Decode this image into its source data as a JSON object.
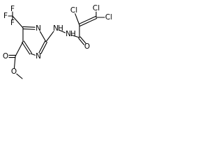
{
  "molecule": {
    "atoms": [
      {
        "id": "f_top",
        "symbol": "F"
      },
      {
        "id": "f_left",
        "symbol": "F"
      },
      {
        "id": "f_bottom",
        "symbol": "F"
      },
      {
        "id": "n_ring_upper",
        "symbol": "N"
      },
      {
        "id": "n_ring_lower",
        "symbol": "N"
      },
      {
        "id": "o_ester_carbonyl",
        "symbol": "O"
      },
      {
        "id": "o_ester_methoxy",
        "symbol": "O"
      },
      {
        "id": "nh_first",
        "symbol": "N"
      },
      {
        "id": "h_first",
        "symbol": "H"
      },
      {
        "id": "nh_second",
        "symbol": "N"
      },
      {
        "id": "h_second",
        "symbol": "H"
      },
      {
        "id": "o_amide",
        "symbol": "O"
      },
      {
        "id": "cl_alpha",
        "symbol": "Cl"
      },
      {
        "id": "cl_terminal_top",
        "symbol": "Cl"
      },
      {
        "id": "cl_terminal_right",
        "symbol": "Cl"
      }
    ]
  }
}
